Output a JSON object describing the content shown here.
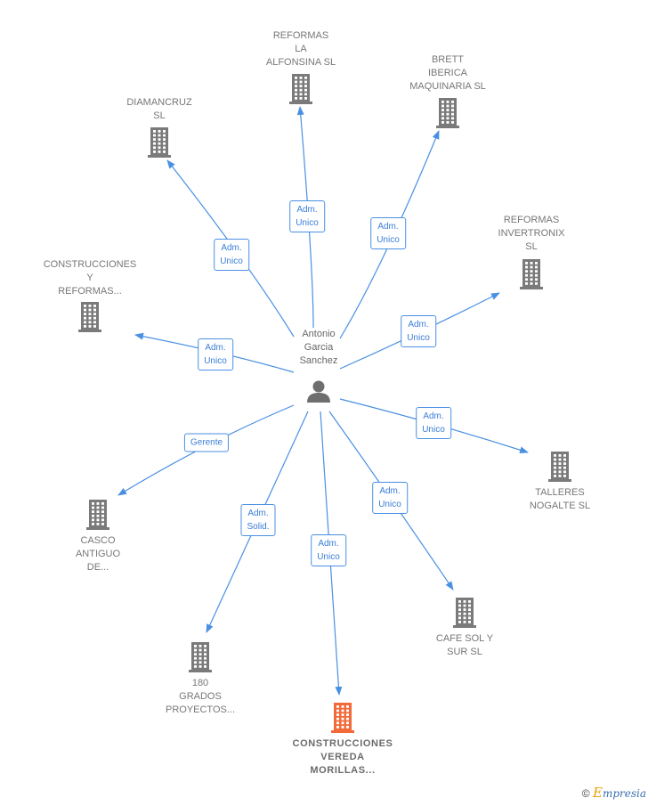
{
  "center": {
    "label": "Antonio\nGarcia\nSanchez",
    "icon": "person-icon"
  },
  "companies": [
    {
      "id": "reformas-la-alfonsina",
      "label": "REFORMAS\nLA\nALFONSINA  SL",
      "highlight": false
    },
    {
      "id": "brett-iberica",
      "label": "BRETT\nIBERICA\nMAQUINARIA SL",
      "highlight": false
    },
    {
      "id": "diamancruz",
      "label": "DIAMANCRUZ\nSL",
      "highlight": false
    },
    {
      "id": "reformas-invertronix",
      "label": "REFORMAS\nINVERTRONIX\nSL",
      "highlight": false
    },
    {
      "id": "construcciones-y-reformas",
      "label": "CONSTRUCCIONES\nY\nREFORMAS...",
      "highlight": false
    },
    {
      "id": "talleres-nogalte",
      "label": "TALLERES\nNOGALTE SL",
      "highlight": false
    },
    {
      "id": "casco-antiguo",
      "label": "CASCO\nANTIGUO\nDE...",
      "highlight": false
    },
    {
      "id": "cafe-sol-y-sur",
      "label": "CAFE SOL Y\nSUR SL",
      "highlight": false
    },
    {
      "id": "180-grados",
      "label": "180\nGRADOS\nPROYECTOS...",
      "highlight": false
    },
    {
      "id": "construcciones-vereda",
      "label": "CONSTRUCCIONES\nVEREDA\nMORILLAS...",
      "highlight": true
    }
  ],
  "edges": [
    {
      "to": "reformas-la-alfonsina",
      "role": "Adm.\nUnico"
    },
    {
      "to": "brett-iberica",
      "role": "Adm.\nUnico"
    },
    {
      "to": "diamancruz",
      "role": "Adm.\nUnico"
    },
    {
      "to": "reformas-invertronix",
      "role": "Adm.\nUnico"
    },
    {
      "to": "construcciones-y-reformas",
      "role": "Adm.\nUnico"
    },
    {
      "to": "talleres-nogalte",
      "role": "Adm.\nUnico"
    },
    {
      "to": "casco-antiguo",
      "role": "Gerente"
    },
    {
      "to": "cafe-sol-y-sur",
      "role": "Adm.\nUnico"
    },
    {
      "to": "180-grados",
      "role": "Adm.\nSolid."
    },
    {
      "to": "construcciones-vereda",
      "role": "Adm.\nUnico"
    }
  ],
  "colors": {
    "edge": "#4a90e2",
    "building": "#7a7a7a",
    "building_highlight": "#f26a3a",
    "person": "#6e6e6e"
  },
  "footer": {
    "copyright": "©",
    "brand_first": "E",
    "brand_rest": "mpresia"
  }
}
